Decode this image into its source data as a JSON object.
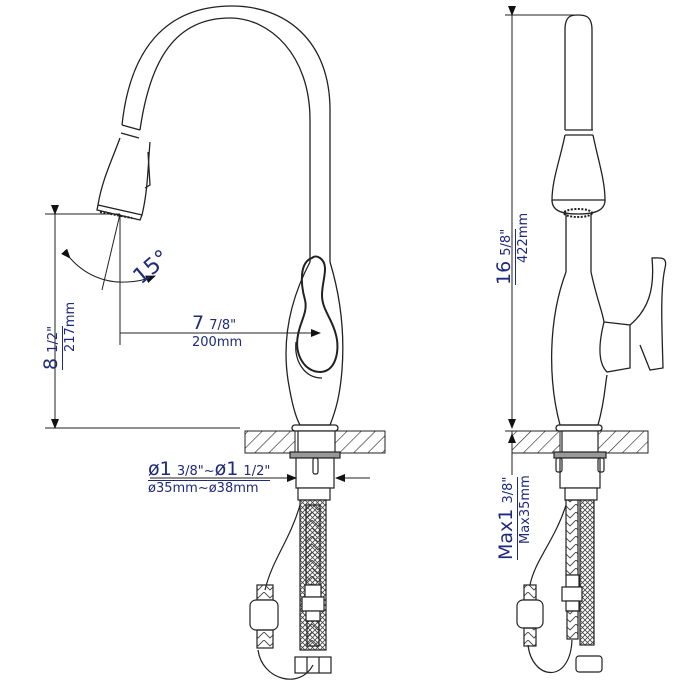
{
  "diagram": {
    "title": "Pull-down kitchen faucet dimension drawing",
    "text_color": "#1f2a7a",
    "line_color": "#222222",
    "views": [
      {
        "name": "front-view",
        "components": [
          "gooseneck-spout",
          "pull-down-spray-head",
          "body",
          "lever-handle",
          "mounting-shank",
          "braided-supply-hoses",
          "weight",
          "hex-nuts"
        ]
      },
      {
        "name": "side-view",
        "components": [
          "spout-column",
          "spray-head",
          "body",
          "lever-handle",
          "mounting-shank",
          "braided-supply-hoses",
          "weight",
          "hex-nuts"
        ]
      }
    ],
    "dimensions": {
      "spray_angle": {
        "value": "15°"
      },
      "spout_height": {
        "whole": "8",
        "fraction": "1/2\"",
        "metric": "217mm"
      },
      "spout_reach": {
        "whole": "7",
        "fraction": "7/8\"",
        "metric": "200mm"
      },
      "hole_diameter": {
        "imperial_a_whole": "ø1",
        "imperial_a_frac": "3/8\"~",
        "imperial_b_whole": "ø1",
        "imperial_b_frac": "1/2\"",
        "metric": "ø35mm~ø38mm"
      },
      "overall_height": {
        "whole": "16",
        "fraction": "5/8\"",
        "metric": "422mm"
      },
      "max_deck_thickness": {
        "whole": "Max1",
        "fraction": "3/8\"",
        "metric": "Max35mm"
      }
    }
  }
}
